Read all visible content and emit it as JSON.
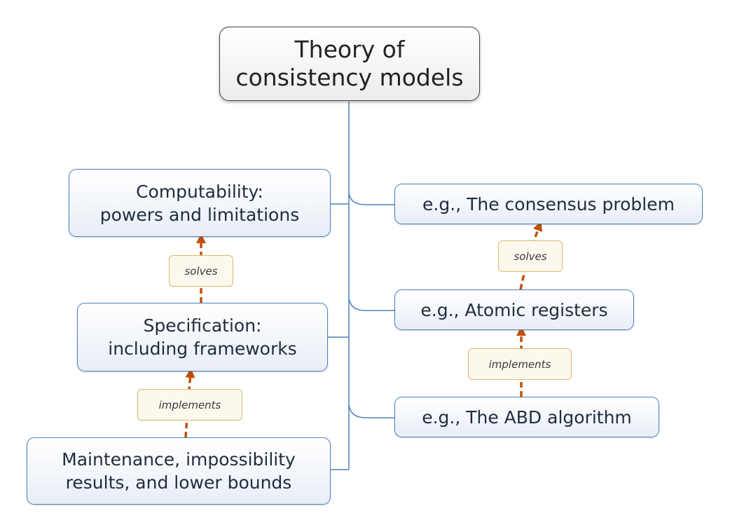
{
  "root": {
    "label": "Theory of\nconsistency models"
  },
  "left_topics": {
    "computability": "Computability:\npowers and limitations",
    "specification": "Specification:\nincluding frameworks",
    "maintenance": "Maintenance, impossibility\nresults, and lower bounds"
  },
  "right_examples": {
    "consensus": "e.g., The consensus problem",
    "atomic_registers": "e.g., Atomic registers",
    "abd": "e.g., The ABD algorithm"
  },
  "relations": {
    "left_solves": "solves",
    "left_implements": "implements",
    "right_solves": "solves",
    "right_implements": "implements"
  },
  "colors": {
    "connector": "#4f81bd",
    "relation_arrow": "#c0500a",
    "tag_border": "#d8ba6a"
  }
}
